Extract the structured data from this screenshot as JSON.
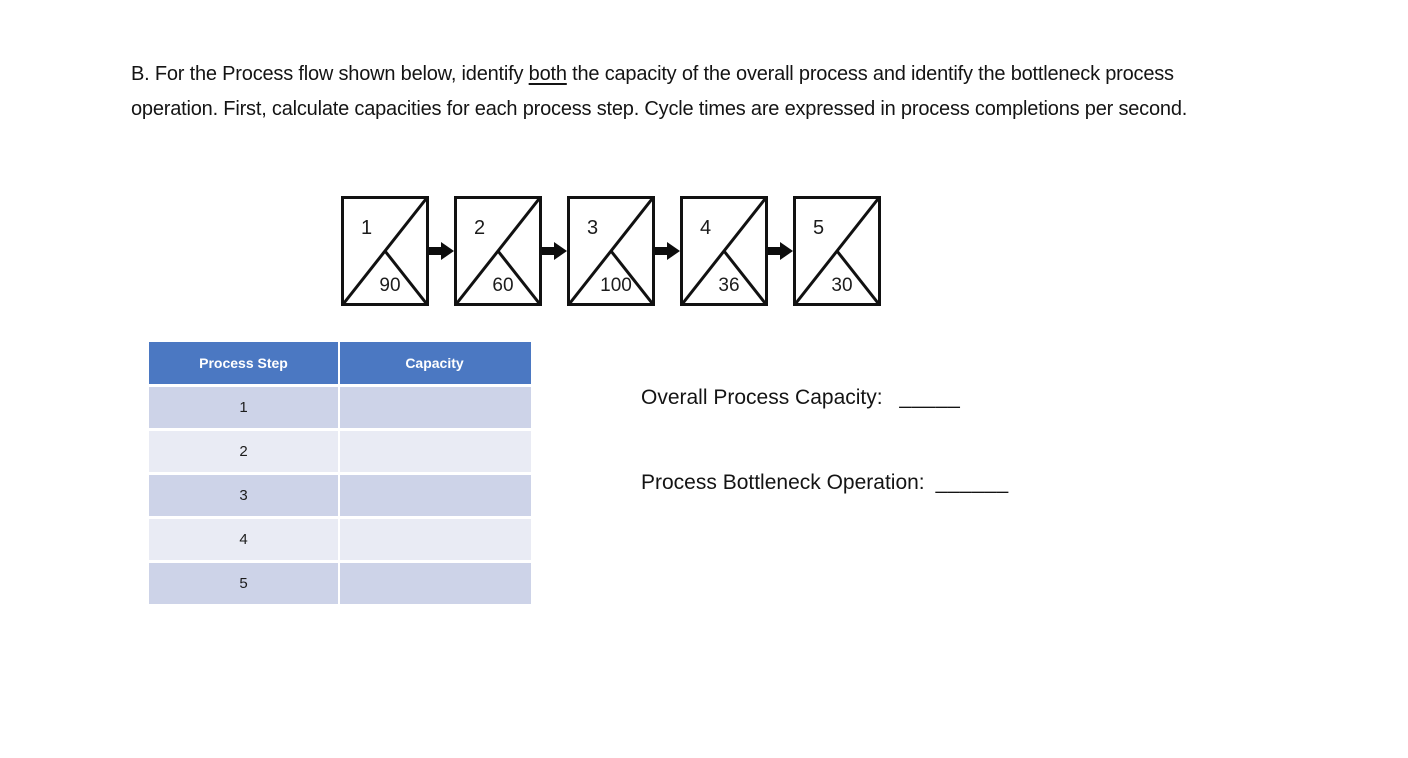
{
  "question": {
    "prefix": "B. For the Process flow shown below, identify ",
    "underlined_word": "both",
    "suffix": " the capacity of the overall process and identify the bottleneck process operation. First, calculate capacities for each process step. Cycle times are expressed in process completions per second."
  },
  "flow": {
    "steps": [
      {
        "id": "1",
        "cycle_time": "90"
      },
      {
        "id": "2",
        "cycle_time": "60"
      },
      {
        "id": "3",
        "cycle_time": "100"
      },
      {
        "id": "4",
        "cycle_time": "36"
      },
      {
        "id": "5",
        "cycle_time": "30"
      }
    ]
  },
  "table": {
    "headers": [
      "Process Step",
      "Capacity"
    ],
    "rows": [
      {
        "step": "1",
        "capacity": ""
      },
      {
        "step": "2",
        "capacity": ""
      },
      {
        "step": "3",
        "capacity": ""
      },
      {
        "step": "4",
        "capacity": ""
      },
      {
        "step": "5",
        "capacity": ""
      }
    ]
  },
  "answers": {
    "overall_capacity_label": "Overall Process Capacity: ",
    "overall_capacity_blank": "_____",
    "bottleneck_label": "Process Bottleneck Operation:",
    "bottleneck_blank": "______"
  },
  "colors": {
    "table_header_bg": "#4B78C2",
    "table_band_dark": "#CDD3E8",
    "table_band_light": "#E9EBF4",
    "ink": "#111111"
  }
}
